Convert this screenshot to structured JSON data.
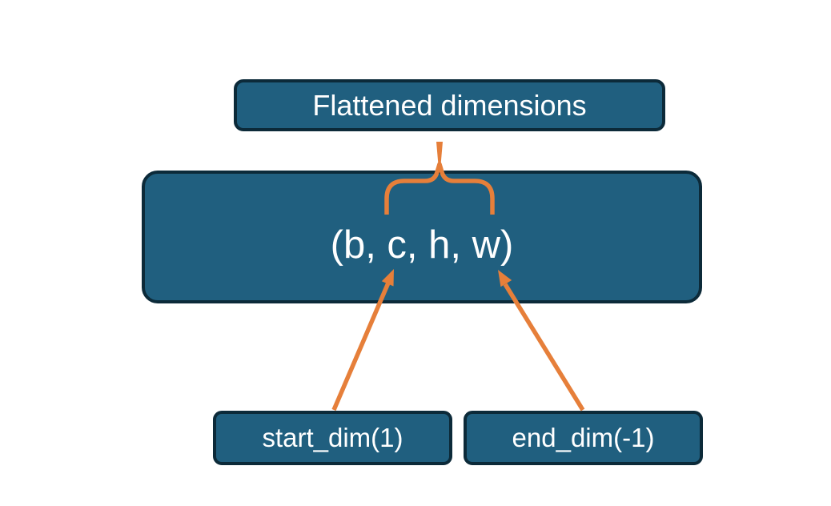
{
  "diagram": {
    "title_node": {
      "label": "Flattened dimensions"
    },
    "tensor_node": {
      "label": "(b, c, h, w)"
    },
    "start_dim_node": {
      "label": "start_dim(1)"
    },
    "end_dim_node": {
      "label": "end_dim(-1)"
    }
  },
  "colors": {
    "node_fill": "#205F7F",
    "node_border": "#0C2A39",
    "connector": "#E67F3A",
    "text": "#FFFFFF",
    "background": "#FFFFFF"
  }
}
